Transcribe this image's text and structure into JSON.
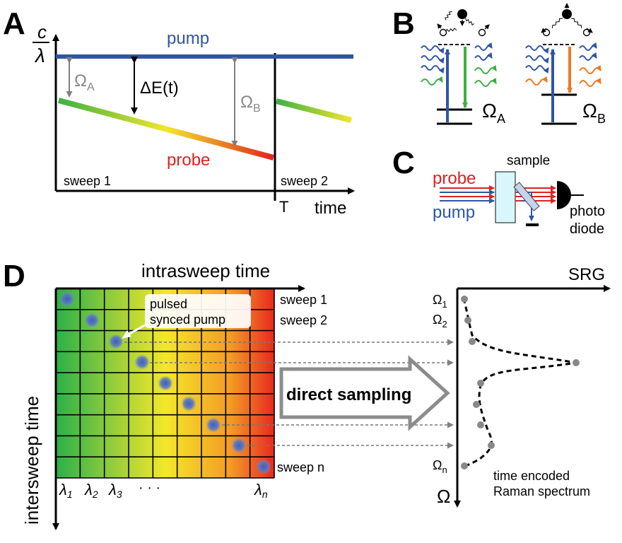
{
  "panel_a": {
    "letter": "A",
    "y_axis_num": "c",
    "y_axis_den": "λ",
    "pump": "pump",
    "probe": "probe",
    "omega_a": "Ω",
    "omega_a_sub": "A",
    "delta_e": "ΔE(t)",
    "omega_b": "Ω",
    "omega_b_sub": "B",
    "sweep1": "sweep 1",
    "sweep2": "sweep 2",
    "t_mark": "T",
    "x_axis": "time"
  },
  "panel_b": {
    "letter": "B",
    "omega_a": "Ω",
    "omega_a_sub": "A",
    "omega_b": "Ω",
    "omega_b_sub": "B"
  },
  "panel_c": {
    "letter": "C",
    "sample": "sample",
    "probe": "probe",
    "pump": "pump",
    "detector_line1": "photo",
    "detector_line2": "diode"
  },
  "panel_d": {
    "letter": "D",
    "x_axis": "intrasweep time",
    "y_axis": "intersweep time",
    "callout_line1": "pulsed",
    "callout_line2": "synced pump",
    "sweep1": "sweep 1",
    "sweep2": "sweep 2",
    "sweepn": "sweep n",
    "lambda_labels": [
      "λ1",
      "λ2",
      "λ3",
      "· · ·",
      "λn"
    ],
    "arrow_label": "direct sampling",
    "srg_axis": "SRG",
    "omega_axis": "Ω",
    "omega1": "Ω1",
    "omega2": "Ω2",
    "omegan": "Ωn",
    "spectrum_line1": "time encoded",
    "spectrum_line2": "Raman spectrum"
  },
  "colors": {
    "pump": "#2f55a4",
    "probe_red": "#e02020",
    "probe_green": "#3cb043",
    "gray": "#8a8a8a",
    "orange": "#ee7722"
  }
}
